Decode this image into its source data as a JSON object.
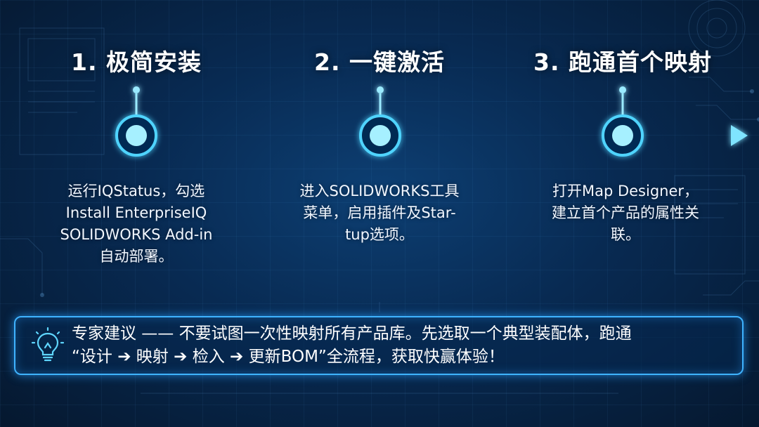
{
  "steps": [
    {
      "title": "1. 极简安装",
      "description": "运行IQStatus，勾选\nInstall EnterpriseIQ\nSOLIDWORKS Add-in\n自动部署。"
    },
    {
      "title": "2. 一键激活",
      "description": "进入SOLIDWORKS工具\n菜单，启用插件及Star-\ntup选项。"
    },
    {
      "title": "3. 跑通首个映射",
      "description": "打开Map Designer，\n建立首个产品的属性关\n联。"
    }
  ],
  "tip": {
    "icon": "lightbulb-icon",
    "line1": "专家建议 —— 不要试图一次性映射所有产品库。先选取一个典型装配体，跑通",
    "line2": "“设计 ➔ 映射 ➔ 检入 ➔ 更新BOM”全流程，获取快赢体验！"
  },
  "colors": {
    "accent": "#3fd0ff",
    "background": "#082a52"
  }
}
